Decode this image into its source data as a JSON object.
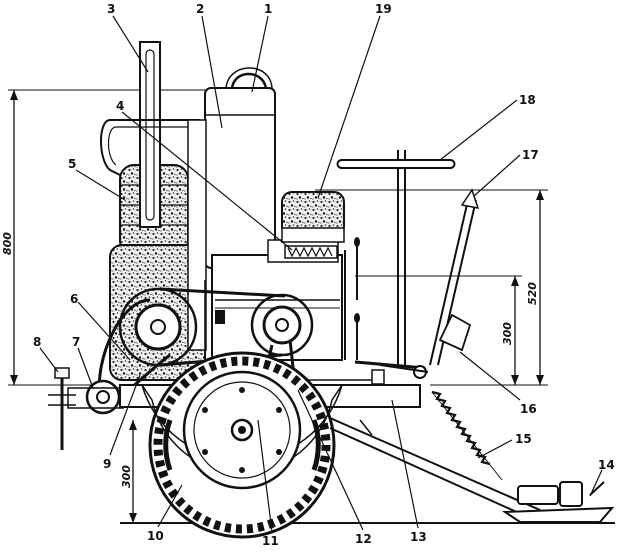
{
  "callouts": [
    "1",
    "2",
    "3",
    "4",
    "5",
    "6",
    "7",
    "8",
    "9",
    "10",
    "11",
    "12",
    "13",
    "14",
    "15",
    "16",
    "17",
    "18",
    "19"
  ],
  "dimensions": {
    "overall_height": "800",
    "seat_height": "520",
    "pivot_height": "300",
    "axle_height": "300"
  }
}
